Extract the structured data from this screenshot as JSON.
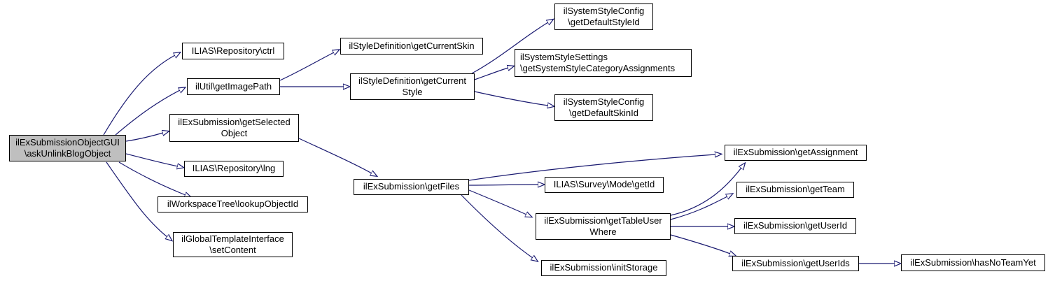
{
  "diagram": {
    "type": "call-graph",
    "background_color": "#ffffff",
    "edge_color": "#191970",
    "node_border_color": "#000000",
    "node_fill_color": "#ffffff",
    "root_node_fill_color": "#bfbfbf",
    "nodes": [
      {
        "id": "askUnlinkBlogObject",
        "label": "ilExSubmissionObjectGUI\n\\askUnlinkBlogObject",
        "is_root": true
      },
      {
        "id": "ctrl",
        "label": "ILIAS\\Repository\\ctrl",
        "is_root": false
      },
      {
        "id": "getImagePath",
        "label": "ilUtil\\getImagePath",
        "is_root": false
      },
      {
        "id": "getSelectedObject",
        "label": "ilExSubmission\\getSelected\nObject",
        "is_root": false
      },
      {
        "id": "lng",
        "label": "ILIAS\\Repository\\lng",
        "is_root": false
      },
      {
        "id": "lookupObjectId",
        "label": "ilWorkspaceTree\\lookupObjectId",
        "is_root": false
      },
      {
        "id": "setContent",
        "label": "ilGlobalTemplateInterface\n\\setContent",
        "is_root": false
      },
      {
        "id": "getCurrentSkin",
        "label": "ilStyleDefinition\\getCurrentSkin",
        "is_root": false
      },
      {
        "id": "getCurrentStyle",
        "label": "ilStyleDefinition\\getCurrent\nStyle",
        "is_root": false
      },
      {
        "id": "getDefaultStyleId",
        "label": "ilSystemStyleConfig\n\\getDefaultStyleId",
        "is_root": false
      },
      {
        "id": "getSystemStyleCategoryAssignments",
        "label": "ilSystemStyleSettings\n\\getSystemStyleCategoryAssignments",
        "is_root": false
      },
      {
        "id": "getDefaultSkinId",
        "label": "ilSystemStyleConfig\n\\getDefaultSkinId",
        "is_root": false
      },
      {
        "id": "getFiles",
        "label": "ilExSubmission\\getFiles",
        "is_root": false
      },
      {
        "id": "surveyModeGetId",
        "label": "ILIAS\\Survey\\Mode\\getId",
        "is_root": false
      },
      {
        "id": "getTableUserWhere",
        "label": "ilExSubmission\\getTableUser\nWhere",
        "is_root": false
      },
      {
        "id": "initStorage",
        "label": "ilExSubmission\\initStorage",
        "is_root": false
      },
      {
        "id": "getAssignment",
        "label": "ilExSubmission\\getAssignment",
        "is_root": false
      },
      {
        "id": "getTeam",
        "label": "ilExSubmission\\getTeam",
        "is_root": false
      },
      {
        "id": "getUserId",
        "label": "ilExSubmission\\getUserId",
        "is_root": false
      },
      {
        "id": "getUserIds",
        "label": "ilExSubmission\\getUserIds",
        "is_root": false
      },
      {
        "id": "hasNoTeamYet",
        "label": "ilExSubmission\\hasNoTeamYet",
        "is_root": false
      }
    ],
    "edges": [
      {
        "from": "askUnlinkBlogObject",
        "to": "ctrl"
      },
      {
        "from": "askUnlinkBlogObject",
        "to": "getImagePath"
      },
      {
        "from": "askUnlinkBlogObject",
        "to": "getSelectedObject"
      },
      {
        "from": "askUnlinkBlogObject",
        "to": "lng"
      },
      {
        "from": "askUnlinkBlogObject",
        "to": "lookupObjectId"
      },
      {
        "from": "askUnlinkBlogObject",
        "to": "setContent"
      },
      {
        "from": "getImagePath",
        "to": "getCurrentSkin"
      },
      {
        "from": "getImagePath",
        "to": "getCurrentStyle"
      },
      {
        "from": "getCurrentStyle",
        "to": "getDefaultStyleId"
      },
      {
        "from": "getCurrentStyle",
        "to": "getSystemStyleCategoryAssignments"
      },
      {
        "from": "getCurrentStyle",
        "to": "getDefaultSkinId"
      },
      {
        "from": "getSelectedObject",
        "to": "getFiles"
      },
      {
        "from": "getFiles",
        "to": "getAssignment"
      },
      {
        "from": "getFiles",
        "to": "surveyModeGetId"
      },
      {
        "from": "getFiles",
        "to": "getTableUserWhere"
      },
      {
        "from": "getFiles",
        "to": "initStorage"
      },
      {
        "from": "getTableUserWhere",
        "to": "getAssignment"
      },
      {
        "from": "getTableUserWhere",
        "to": "getTeam"
      },
      {
        "from": "getTableUserWhere",
        "to": "getUserId"
      },
      {
        "from": "getTableUserWhere",
        "to": "getUserIds"
      },
      {
        "from": "getUserIds",
        "to": "hasNoTeamYet"
      }
    ]
  }
}
